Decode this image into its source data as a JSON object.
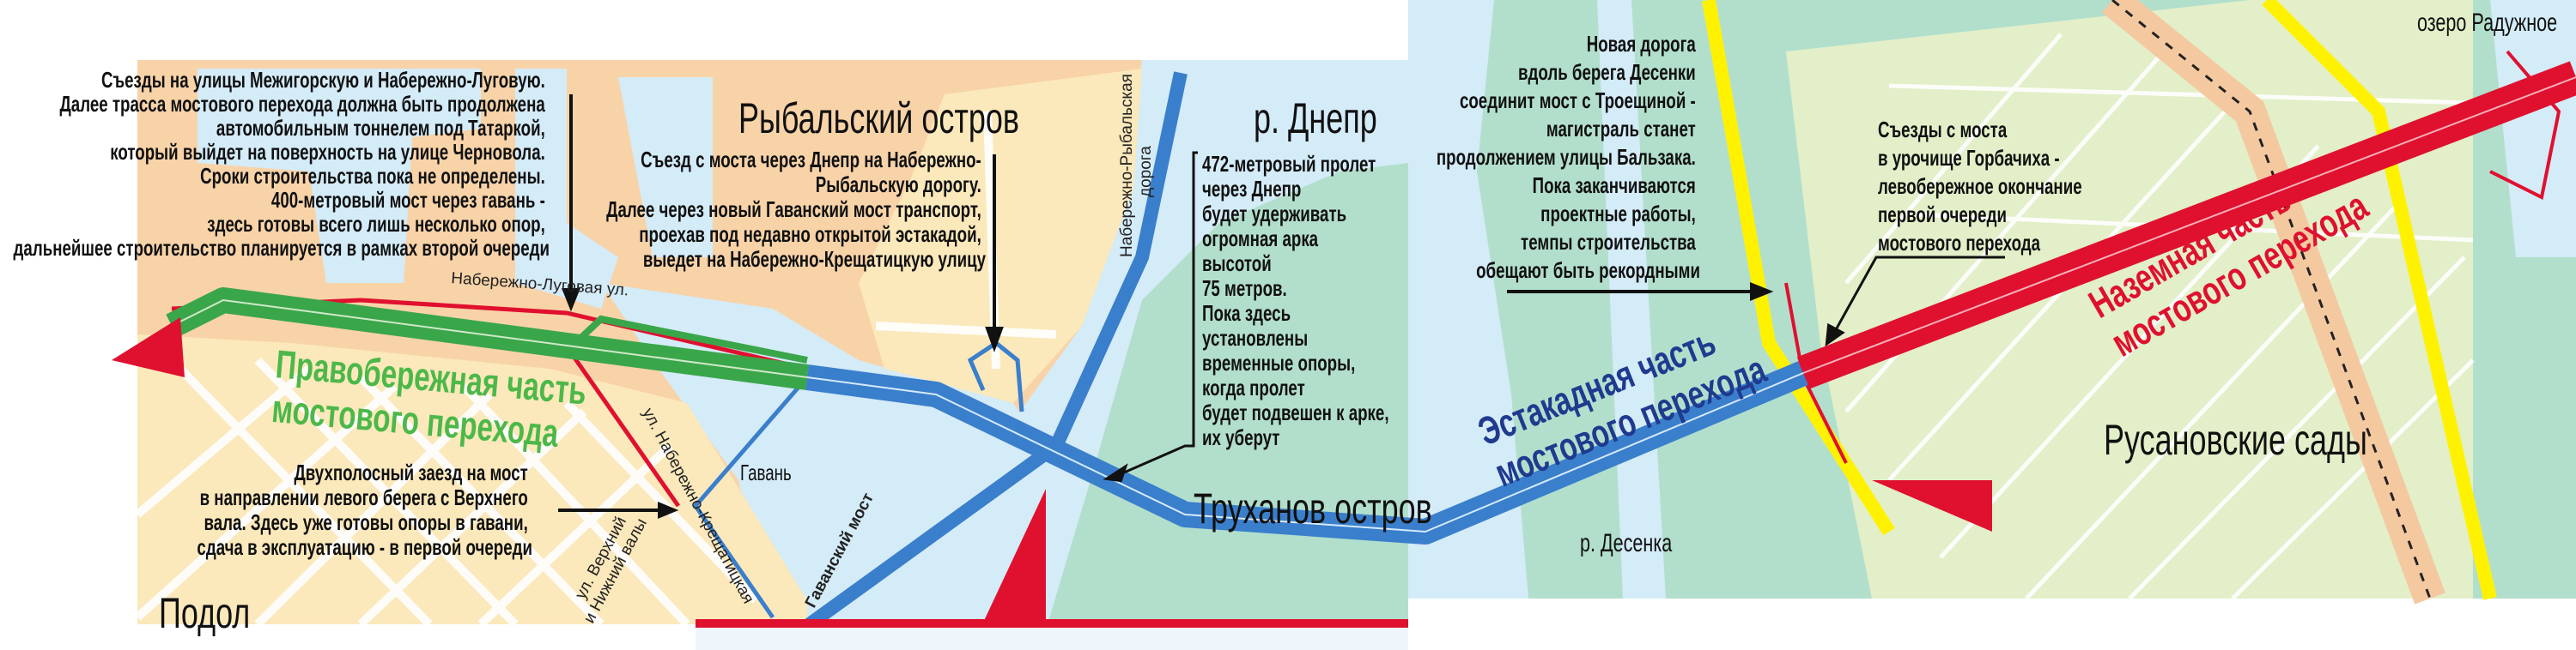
{
  "colors": {
    "land": "#f8d3a8",
    "residential": "#fbe8bb",
    "water": "#d4ebf8",
    "island": "#b2dfcc",
    "left_bank": "#e2efc8",
    "right_bank_section": "#3aa64a",
    "overpass_section": "#3a7fcc",
    "ground_section": "#e0102f",
    "new_road": "#fff200"
  },
  "annotations": {
    "ramps_left": [
      "Съезды на улицы Межигорскую и Набережно-Луговую.",
      "Далее трасса мостового перехода должна быть продолжена",
      "автомобильным тоннелем под Татаркой,",
      "который выйдет на поверхность на улице Черновола.",
      "Сроки строительства пока не определены.",
      "400-метровый мост через гавань -",
      "здесь готовы всего лишь несколько опор,",
      "дальнейшее строительство планируется в рамках второй очереди"
    ],
    "exit_rybalsky": [
      "Съезд с моста через Днепр на Набережно-",
      "Рыбальскую дорогу.",
      "Далее через новый Гаванский мост транспорт,",
      "проехав под недавно открытой эстакадой,",
      "выедет на Набережно-Крещатицкую улицу"
    ],
    "span_472": [
      "472-метровый пролет",
      "через Днепр",
      "будет удерживать",
      "огромная арка",
      "высотой",
      "75 метров.",
      "Пока здесь",
      "установлены",
      "временные опоры,",
      "когда пролет",
      "будет подвешен к арке,",
      "их уберут"
    ],
    "new_road": [
      "Новая дорога",
      "вдоль берега Десенки",
      "соединит мост с Троещиной -",
      "магистраль станет",
      "продолжением улицы Бальзака.",
      "Пока заканчиваются",
      "проектные работы,",
      "темпы строительства",
      "обещают быть рекордными"
    ],
    "exits_gorbachikha": [
      "Съезды с моста",
      "в урочище Горбачиха -",
      "левобережное окончание",
      "первой очереди",
      "мостового перехода"
    ],
    "two_lane": [
      "Двухполосный заезд на мост",
      "в направлении левого берега с Верхнего",
      "вала. Здесь уже готовы опоры в гавани,",
      "сдача в эксплуатацию - в первой очереди"
    ]
  },
  "sections": {
    "right_bank": [
      "Правобережная часть",
      "мостового перехода"
    ],
    "overpass": [
      "Эстакадная часть",
      "мостового перехода"
    ],
    "ground": [
      "Наземная часть",
      "мостового перехода"
    ]
  },
  "places": {
    "rybalsky": "Рыбальский остров",
    "dnieper": "р. Днепр",
    "trukhanov": "Труханов остров",
    "desenka": "р. Десенка",
    "rusanovskie": "Русановские сады",
    "raduzhnoe": "озеро Радужное",
    "podol": "Подол",
    "gavan": "Гавань"
  },
  "streets": {
    "naberezhno_lugovaya": "Набережно-Луговая ул.",
    "naberezhno_rybalska": [
      "Набережно-Рыбальская",
      "дорога"
    ],
    "naberezhno_kreshchatitska": "ул. Набережно-Крещатицкая",
    "gavansky_most": "Гаванский мост",
    "valy": [
      "ул. Верхний",
      "и Нижний валы"
    ]
  }
}
